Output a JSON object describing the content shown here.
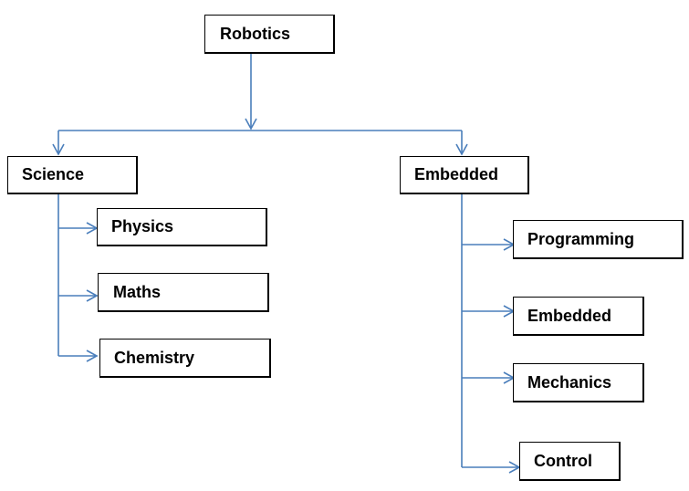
{
  "diagram": {
    "line_color": "#4a7ebb",
    "root": {
      "label": "Robotics"
    },
    "branches": [
      {
        "label": "Science",
        "children": [
          "Physics",
          "Maths",
          "Chemistry"
        ]
      },
      {
        "label": "Embedded",
        "children": [
          "Programming",
          "Embedded",
          "Mechanics",
          "Control"
        ]
      }
    ]
  }
}
